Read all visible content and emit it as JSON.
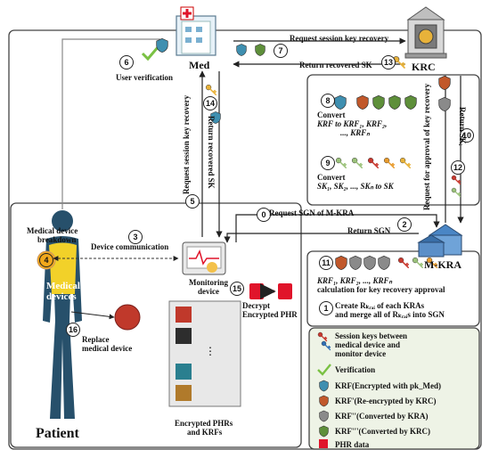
{
  "entities": {
    "med": "Med",
    "krc": "KRC",
    "mkra": "M-KRA",
    "patient": "Patient",
    "monitoring": "Monitoring\ndevice"
  },
  "steps": {
    "s0": "0",
    "s1": "1",
    "s2": "2",
    "s3": "3",
    "s4": "4",
    "s5": "5",
    "s6": "6",
    "s7": "7",
    "s8": "8",
    "s9": "9",
    "s10": "10",
    "s11": "11",
    "s12": "12",
    "s13": "13",
    "s14": "14",
    "s15": "15",
    "s16": "16"
  },
  "labels": {
    "request_session_key_recovery_top": "Request session key recovery",
    "return_recovered_sk_top": "Return recovered SK",
    "user_verification": "User verification",
    "request_session_key_recovery_vert": "Request session key recovery",
    "return_recovered_sk_vert": "Return recovered SK",
    "convert_krf_line1": "Convert",
    "convert_krf_line2": "KRF to KRF₁, KRF₂,",
    "convert_krf_line3": "..., KRFₙ",
    "convert_sk_line1": "Convert",
    "convert_sk_line2": "SK₁, SK₂, ..., SKₙ to SK",
    "request_approval_vert": "Request for approval of key recovery",
    "return_ski_vert": "Return SKᵢ",
    "request_sgn": "Request SGN of M-KRA",
    "return_sgn": "Return SGN",
    "medical_device_breakdown_1": "Medical device",
    "medical_device_breakdown_2": "breakdown",
    "device_communication": "Device communication",
    "medical_devices_1": "Medical",
    "medical_devices_2": "devices",
    "replace_device_1": "Replace",
    "replace_device_2": "medical device",
    "decrypt_1": "Decrypt",
    "decrypt_2": "Encrypted PHR",
    "encrypted_phrs_1": "Encrypted PHRs",
    "encrypted_phrs_2": "and KRFs",
    "krf_calc_1": "KRF₁, KRF₂, ..., KRFₙ",
    "krf_calc_2": "calculation for key recovery approval",
    "create_1": "Create Rₖᵣₐᵢ of each KRAs",
    "create_2": "and merge all of Rₖᵣₐᵢs into SGN"
  },
  "legend": [
    {
      "icon": "session-keys",
      "text": "Session keys between\nmedical device and\nmonitor device"
    },
    {
      "icon": "check",
      "text": "Verification"
    },
    {
      "icon": "shield-blue",
      "text": "KRF(Encrypted with pk_Med)"
    },
    {
      "icon": "shield-orange",
      "text": "KRF'(Re-encrypted by KRC)"
    },
    {
      "icon": "shield-gray",
      "text": "KRF''(Converted by KRA)"
    },
    {
      "icon": "shield-green",
      "text": "KRF'''(Converted by KRC)"
    },
    {
      "icon": "phr-file",
      "text": "PHR data"
    }
  ],
  "colors": {
    "blue_shield": "#3f8fb0",
    "orange_shield": "#c1582b",
    "gray_shield": "#8a8a8a",
    "green_shield": "#5e8f3a",
    "patient": "#27506b",
    "check": "#7ac143",
    "phr": "#e0142a",
    "key_red": "#c9392f",
    "key_green": "#9bc27a",
    "key_orange": "#e89b2d",
    "key_blue": "#2f6fb5"
  }
}
